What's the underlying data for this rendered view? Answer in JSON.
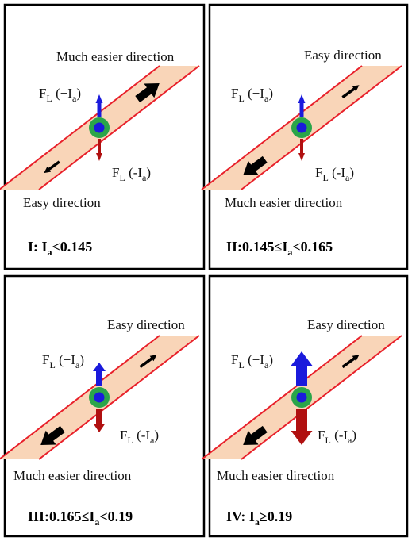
{
  "colors": {
    "channel_fill": "#f9d5b8",
    "channel_edge": "#e8202a",
    "ring": "#2aa54a",
    "core": "#1a1adc",
    "force_up": "#1a1adc",
    "force_down": "#b01010",
    "direction_arrow": "#000000",
    "frame": "#000000"
  },
  "labels": {
    "force_symbol": "F",
    "force_subscript": "L",
    "plus_current": "(+I",
    "minus_current": "(-I",
    "current_subscript": "a",
    "close_paren": ")"
  },
  "panels": [
    {
      "caption_prefix": "I: I",
      "caption_sub": "a",
      "caption_suffix": "<0.145",
      "upper_direction": "Much easier direction",
      "lower_direction": "Easy direction",
      "upper_arrow": "big",
      "lower_arrow": "small",
      "force_level": "small"
    },
    {
      "caption_prefix": "II:0.145≤I",
      "caption_sub": "a",
      "caption_suffix": "<0.165",
      "upper_direction": "Easy direction",
      "lower_direction": "Much easier direction",
      "upper_arrow": "small",
      "lower_arrow": "big",
      "force_level": "small"
    },
    {
      "caption_prefix": "III:0.165≤I",
      "caption_sub": "a",
      "caption_suffix": "<0.19",
      "upper_direction": "Easy direction",
      "lower_direction": "Much easier direction",
      "upper_arrow": "small",
      "lower_arrow": "big",
      "force_level": "medium"
    },
    {
      "caption_prefix": "IV: I",
      "caption_sub": "a",
      "caption_suffix": "≥0.19",
      "upper_direction": "Easy direction",
      "lower_direction": "Much easier direction",
      "upper_arrow": "small",
      "lower_arrow": "big",
      "force_level": "large"
    }
  ]
}
